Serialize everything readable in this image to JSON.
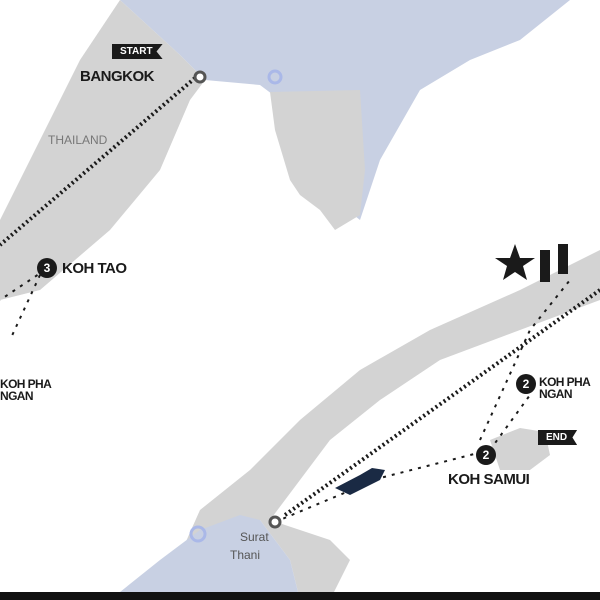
{
  "colors": {
    "sea": "#c8d0e3",
    "land": "#d3d3d3",
    "route": "#1a1a1a"
  },
  "markers": {
    "start": "START",
    "end": "END"
  },
  "places": {
    "bangkok": "BANGKOK",
    "koh_tao": {
      "name": "KOH TAO",
      "number": "3"
    },
    "koh_pha_ngan": {
      "line1": "KOH PHA",
      "line2": "NGAN",
      "number": "2"
    },
    "koh_samui": {
      "name": "KOH SAMUI",
      "number": "2"
    },
    "surat_thani_1": "Surat",
    "surat_thani_2": "Thani"
  },
  "country": "THAILAND"
}
